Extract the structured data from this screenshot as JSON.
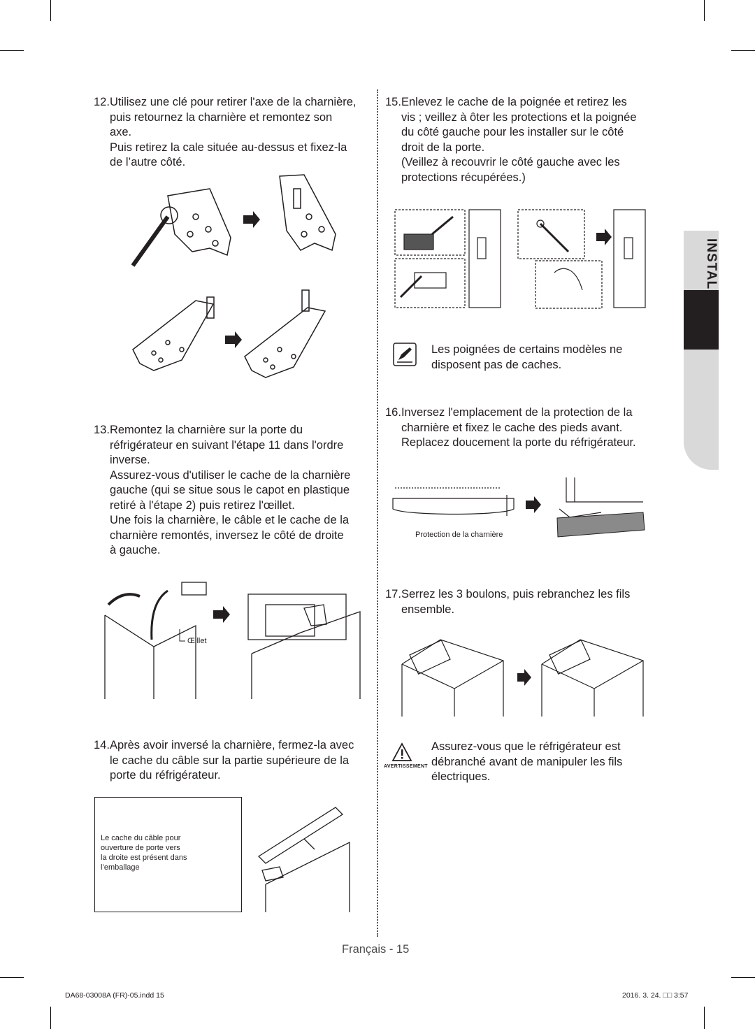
{
  "steps": {
    "s12": {
      "num": "12.",
      "lines": [
        "Utilisez une clé pour retirer l'axe de la charnière,",
        "puis retournez la charnière et remontez son",
        "axe."
      ],
      "extra": [
        "Puis retirez la cale située au-dessus et fixez-la",
        "de l’autre côté."
      ]
    },
    "s13": {
      "num": "13.",
      "lines": [
        "Remontez la charnière sur la porte du",
        "réfrigérateur en suivant l'étape 11 dans l'ordre",
        "inverse."
      ],
      "extra": [
        "Assurez-vous d'utiliser le cache de la charnière",
        "gauche (qui se situe sous le capot en plastique",
        "retiré à l'étape 2) puis retirez l'œillet.",
        "Une fois la charnière, le câble et le cache de la",
        "charnière remontés, inversez le côté de droite",
        "à gauche."
      ]
    },
    "s14": {
      "num": "14.",
      "lines": [
        "Après avoir inversé la charnière, fermez-la avec",
        "le cache du câble sur la partie supérieure de la",
        "porte du réfrigérateur."
      ]
    },
    "s15": {
      "num": "15.",
      "lines": [
        "Enlevez le cache de la poignée et retirez les",
        "vis ; veillez à ôter les protections et la poignée",
        "du côté gauche pour les installer sur le côté",
        "droit de la porte."
      ],
      "extra": [
        "(Veillez à recouvrir le côté gauche avec les",
        "protections récupérées.)"
      ]
    },
    "s16": {
      "num": "16.",
      "lines": [
        "Inversez l'emplacement de la protection de la",
        "charnière et fixez le cache des pieds avant.",
        "Replacez doucement la porte du réfrigérateur."
      ]
    },
    "s17": {
      "num": "17.",
      "lines": [
        "Serrez les 3 boulons, puis rebranchez les fils",
        "ensemble."
      ]
    }
  },
  "note": {
    "lines": [
      "Les poignées de certains modèles ne",
      "disposent pas de caches."
    ],
    "icon": "note-icon"
  },
  "warning": {
    "label": "AVERTISSEMENT",
    "lines": [
      "Assurez-vous que le réfrigérateur est",
      "débranché avant de manipuler les fils",
      "électriques."
    ],
    "icon": "warning-triangle-icon"
  },
  "captions": {
    "oeillet": "Œillet",
    "protection": "Protection de la charnière",
    "cable_box": [
      "Le cache du câble pour",
      "ouverture de porte vers",
      "la droite est présent dans",
      "l’emballage"
    ]
  },
  "side_tab": "INSTALLATION",
  "page_label": "Français - 15",
  "footer": {
    "file": "DA68-03008A (FR)-05.indd   15",
    "date": "2016. 3. 24.   □□ 3:57"
  }
}
